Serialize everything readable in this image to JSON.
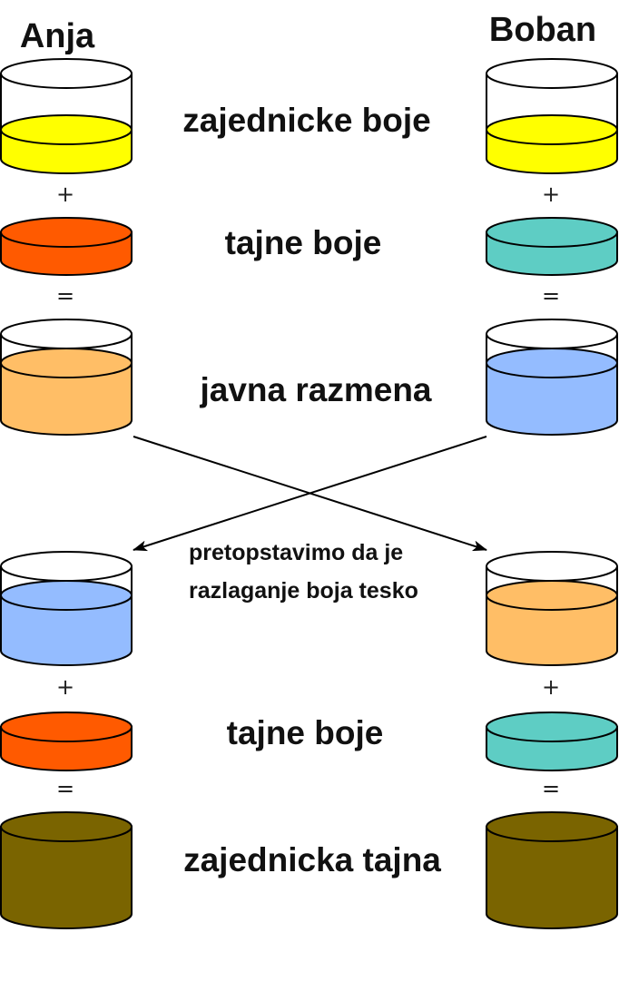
{
  "participants": {
    "left": "Anja",
    "right": "Boban"
  },
  "steps": {
    "common_colors": "zajednicke boje",
    "secret_colors": "tajne boje",
    "public_exchange": "javna razmena",
    "assumption_line1": "pretopstavimo da je",
    "assumption_line2": "razlaganje boja tesko",
    "secret_colors_2": "tajne boje",
    "shared_secret": "zajednicka tajna"
  },
  "operators": {
    "plus": "+",
    "equals": "="
  },
  "colors": {
    "common": "#ffff00",
    "anja_secret": "#ff5a00",
    "boban_secret": "#5ecdc4",
    "anja_mix": "#ffbe66",
    "boban_mix": "#94bcff",
    "shared_secret": "#7a6400",
    "outline": "#000000"
  }
}
